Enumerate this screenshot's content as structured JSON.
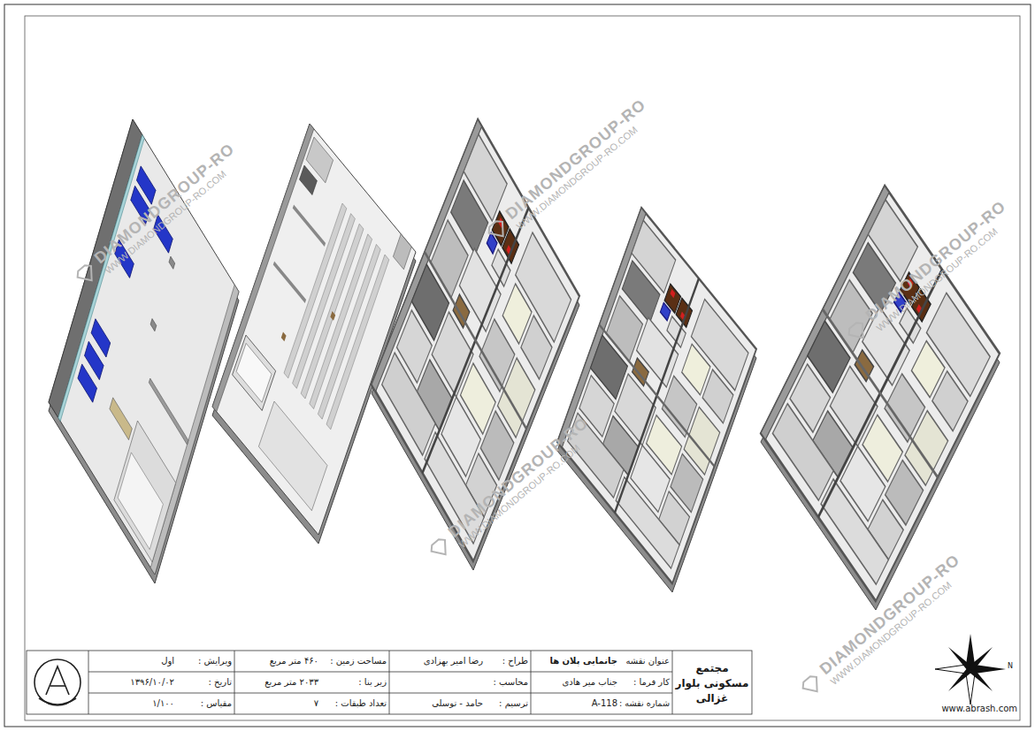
{
  "diagram": {
    "title": "مجتمع مسکونی بلوار غزالی",
    "labels": [
      "ویرایش :",
      "اول",
      "تاریخ :",
      "۱۳۹۶/۱۰/۰۲",
      "مقیاس :",
      "۱/۱۰۰",
      "مساحت زمین :",
      "۴۶۰ متر مربع",
      "زیر بنا :",
      "۲۰۳۳ متر مربع",
      "تعداد طبقات :",
      "۷",
      "طراح :",
      "رضا امیر بهزادی",
      "محاسب :",
      "ترسیم :",
      "حامد - توسلی",
      "عنوان نقشه",
      "جانمایی پلان ها",
      "کار فرما :",
      "جناب میر هادی",
      "شماره نقشه :",
      "A-118",
      "www.abrash.com",
      "N",
      "DIAMONDGROUP-RO",
      "WWW.DIAMONDGROUP-RO.COM",
      "DIAMONDGROUP-RO",
      "WWW.DIAMONDGROUP-RO.COM",
      "DIAMONDGROUP-RO",
      "WWW.DIAMONDGROUP-RO.COM",
      "DIAMONDGROUP-RO",
      "WWW.DIAMONDGROUP-RO.COM",
      "DIAMONDGROUP-RO",
      "WWW.DIAMONDGROUP-RO.COM"
    ]
  }
}
